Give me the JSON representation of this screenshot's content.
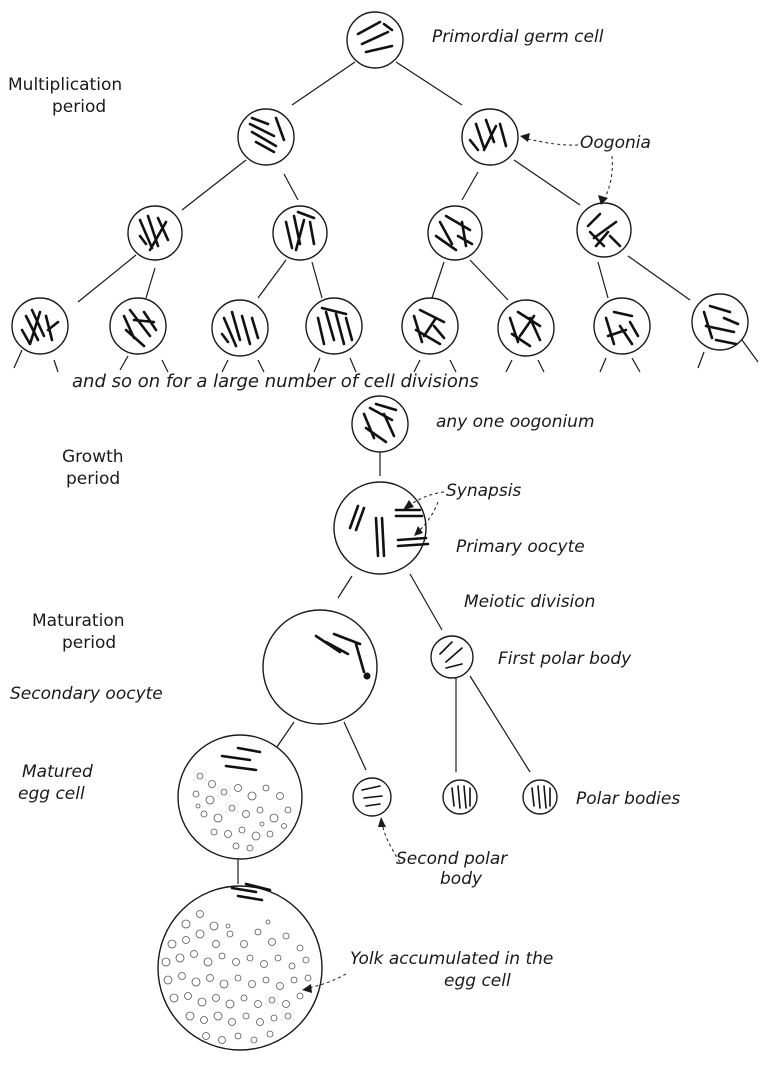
{
  "periods": {
    "multiplication": [
      "Multiplication",
      "period"
    ],
    "growth": [
      "Growth",
      "period"
    ],
    "maturation": [
      "Maturation",
      "period"
    ]
  },
  "labels": {
    "primordial": "Primordial germ cell",
    "oogonia": "Oogonia",
    "continuation": "and so on for a large number of cell divisions",
    "any_oogonium": "any one oogonium",
    "synapsis": "Synapsis",
    "primary_oocyte": "Primary oocyte",
    "meiotic": "Meiotic division",
    "first_polar": "First polar body",
    "secondary_oocyte": "Secondary oocyte",
    "matured": [
      "Matured",
      "egg cell"
    ],
    "polar_bodies": "Polar bodies",
    "second_polar": [
      "Second polar",
      "body"
    ],
    "yolk": [
      "Yolk accumulated in the",
      "egg cell"
    ]
  }
}
